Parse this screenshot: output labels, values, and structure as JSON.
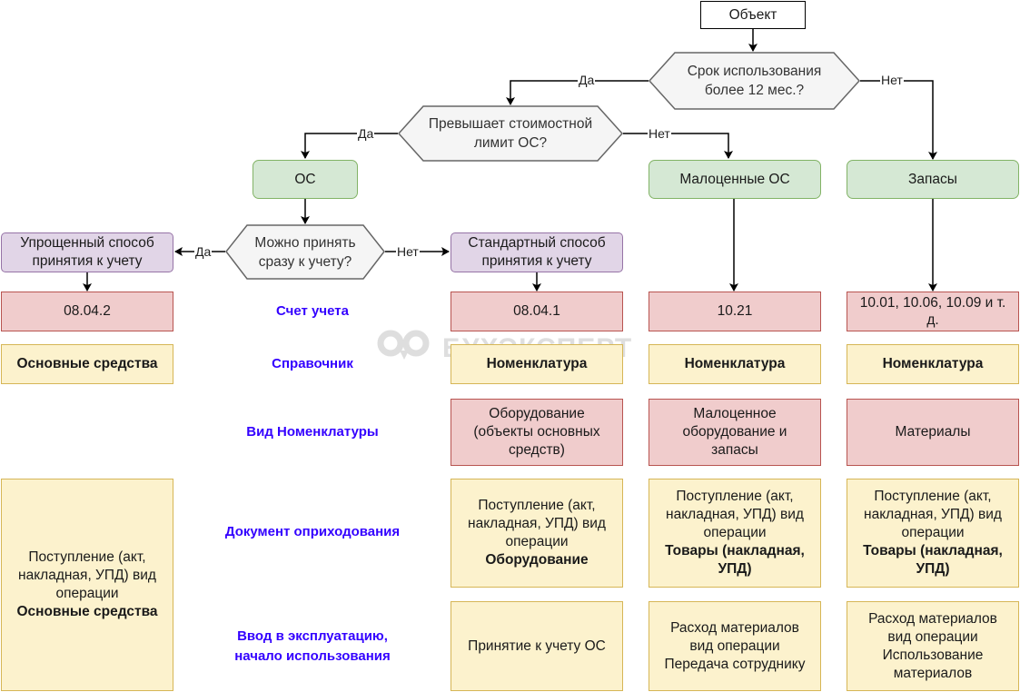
{
  "nodes": {
    "object": "Объект",
    "q_term": "Срок использования более 12 мес.?",
    "q_limit": "Превышает стоимостной лимит ОС?",
    "q_accept": "Можно принять сразу к учету?",
    "os": "ОС",
    "low_value_os": "Малоценные ОС",
    "inventory": "Запасы",
    "simplified": "Упрощенный способ принятия к учету",
    "standard": "Стандартный способ принятия к учету"
  },
  "edge_labels": {
    "term_yes": "Да",
    "term_no": "Нет",
    "limit_yes": "Да",
    "limit_no": "Нет",
    "accept_yes": "Да",
    "accept_no": "Нет"
  },
  "row_labels": {
    "account": "Счет учета",
    "directory": "Справочник",
    "item_type": "Вид Номенклатуры",
    "receipt_doc": "Документ оприходования",
    "commissioning": "Ввод в эксплуатацию, начало использования"
  },
  "columns": {
    "simplified": {
      "account": "08.04.2",
      "directory": "Основные средства",
      "receipt_doc": "Поступление (акт, накладная, УПД) вид операции",
      "receipt_doc_bold": "Основные средства"
    },
    "standard": {
      "account": "08.04.1",
      "directory": "Номенклатура",
      "item_type": "Оборудование (объекты основных средств)",
      "receipt_doc": "Поступление (акт, накладная, УПД) вид операции",
      "receipt_doc_bold": "Оборудование",
      "commissioning": "Принятие к учету ОС"
    },
    "low_value": {
      "account": "10.21",
      "directory": "Номенклатура",
      "item_type": "Малоценное оборудование и запасы",
      "receipt_doc": "Поступление (акт, накладная, УПД) вид операции",
      "receipt_doc_bold": "Товары (накладная, УПД)",
      "commissioning": "Расход материалов вид операции Передача сотруднику"
    },
    "inventory": {
      "account": "10.01, 10.06, 10.09 и т. д.",
      "directory": "Номенклатура",
      "item_type": "Материалы",
      "receipt_doc": "Поступление (акт, накладная, УПД) вид операции",
      "receipt_doc_bold": "Товары (накладная, УПД)",
      "commissioning": "Расход материалов вид операции Использование материалов"
    }
  },
  "watermark": "БУХЭКСПЕРТ",
  "colors": {
    "row_label": "#3300ff",
    "green_fill": "#d5e8d4",
    "purple_fill": "#e1d5e7",
    "red_fill": "#f0cccc",
    "yellow_fill": "#fcf2cd"
  }
}
